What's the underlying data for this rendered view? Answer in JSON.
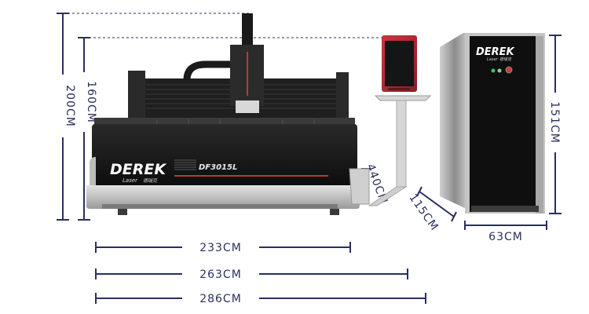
{
  "dimensions": {
    "overall_height": "200CM",
    "machine_height": "160CM",
    "cabinet_height": "151CM",
    "cabinet_width": "63CM",
    "machine_depth": "233CM",
    "machine_depth_with_console": "263CM",
    "total_length": "286CM",
    "console_arm": "440CM",
    "console_offset": "115CM"
  },
  "machine": {
    "brand": "DEREK",
    "brand_sub": "Laser",
    "brand_cn": "德瑞克",
    "model": "DF3015L"
  },
  "cabinet": {
    "brand": "DEREK",
    "brand_sub": "Laser",
    "brand_cn": "德瑞克"
  },
  "colors": {
    "dimension_line": "#2a2f5e",
    "machine_body": "#1a1a1a",
    "machine_panel": "#c9c9c9",
    "accent_red": "#c0392b",
    "console_frame": "#b0303a"
  }
}
